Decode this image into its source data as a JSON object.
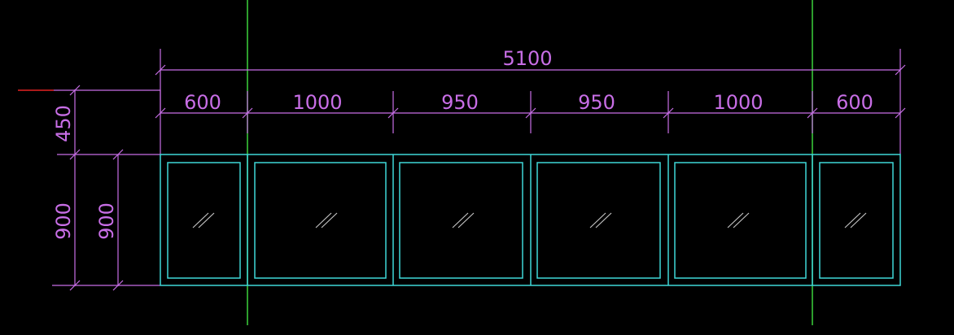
{
  "colors": {
    "background": "#000000",
    "dimension": "#c86ee6",
    "frame": "#3fd7d7",
    "axis": "#3cd23c",
    "marker": "#e62323",
    "glass_hatch": "#c8c8c8"
  },
  "dimensions": {
    "overall_width": "5100",
    "segments": [
      "600",
      "1000",
      "950",
      "950",
      "1000",
      "600"
    ],
    "left_outer_total": "450",
    "left_outer_window": "900",
    "left_inner_window": "900"
  },
  "glass_symbol": "//"
}
